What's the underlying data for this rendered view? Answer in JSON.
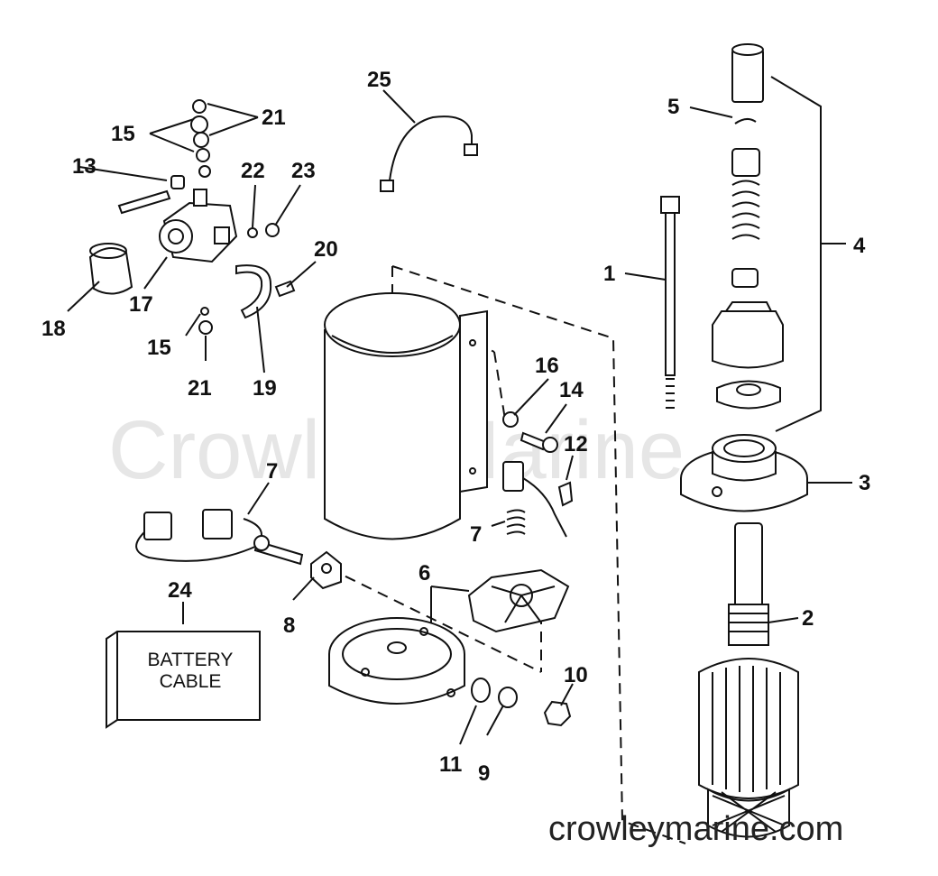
{
  "watermark": {
    "main": "Crowley Marine",
    "url": "crowleymarine.com"
  },
  "box": {
    "line1": "BATTERY",
    "line2": "CABLE"
  },
  "callouts": {
    "c1": "1",
    "c2": "2",
    "c3": "3",
    "c4": "4",
    "c5": "5",
    "c6": "6",
    "c7a": "7",
    "c7b": "7",
    "c8": "8",
    "c9": "9",
    "c10": "10",
    "c11": "11",
    "c12": "12",
    "c13": "13",
    "c14": "14",
    "c15a": "15",
    "c15b": "15",
    "c16": "16",
    "c17": "17",
    "c18": "18",
    "c19": "19",
    "c20": "20",
    "c21a": "21",
    "c21b": "21",
    "c22": "22",
    "c23": "23",
    "c24": "24",
    "c25": "25"
  }
}
